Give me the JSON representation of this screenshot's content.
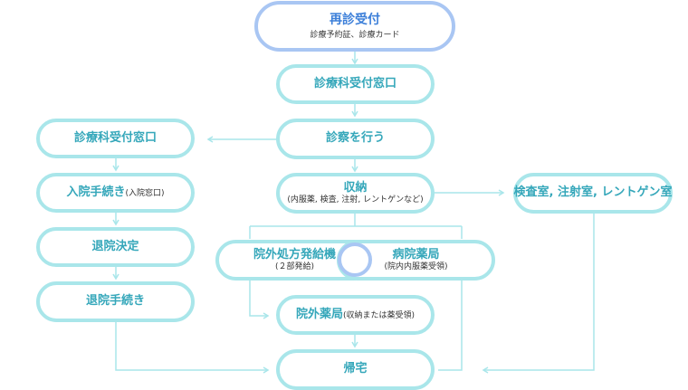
{
  "nodes": {
    "revisit": {
      "title": "再診受付",
      "sub": "診療予約証、診療カード"
    },
    "dept_window": {
      "title": "診療科受付窓口"
    },
    "left_dept_window": {
      "title": "診療科受付窓口"
    },
    "examination": {
      "title": "診察を行う"
    },
    "payment": {
      "title": "収納",
      "sub": "(内服薬, 検査, 注射, レントゲンなど)"
    },
    "exam_rooms": {
      "title": "検査室, 注射室, レントゲン室"
    },
    "admission": {
      "title": "入院手続き",
      "sub": "(入院窓口)"
    },
    "discharge_decision": {
      "title": "退院決定"
    },
    "discharge_procedure": {
      "title": "退院手続き"
    },
    "outside_machine": {
      "title": "院外処方発給機",
      "sub": "(２部発給)"
    },
    "hospital_pharmacy": {
      "title": "病院薬局",
      "sub": "(院内内服薬受領)"
    },
    "outside_pharmacy": {
      "title": "院外薬局",
      "sub": "(収納または薬受領)"
    },
    "home": {
      "title": "帰宅"
    }
  },
  "colors": {
    "accent": "#a9e6ea",
    "accent_text": "#35a7ba",
    "top_border": "#a9c6f3",
    "top_text": "#3c7fd9"
  }
}
